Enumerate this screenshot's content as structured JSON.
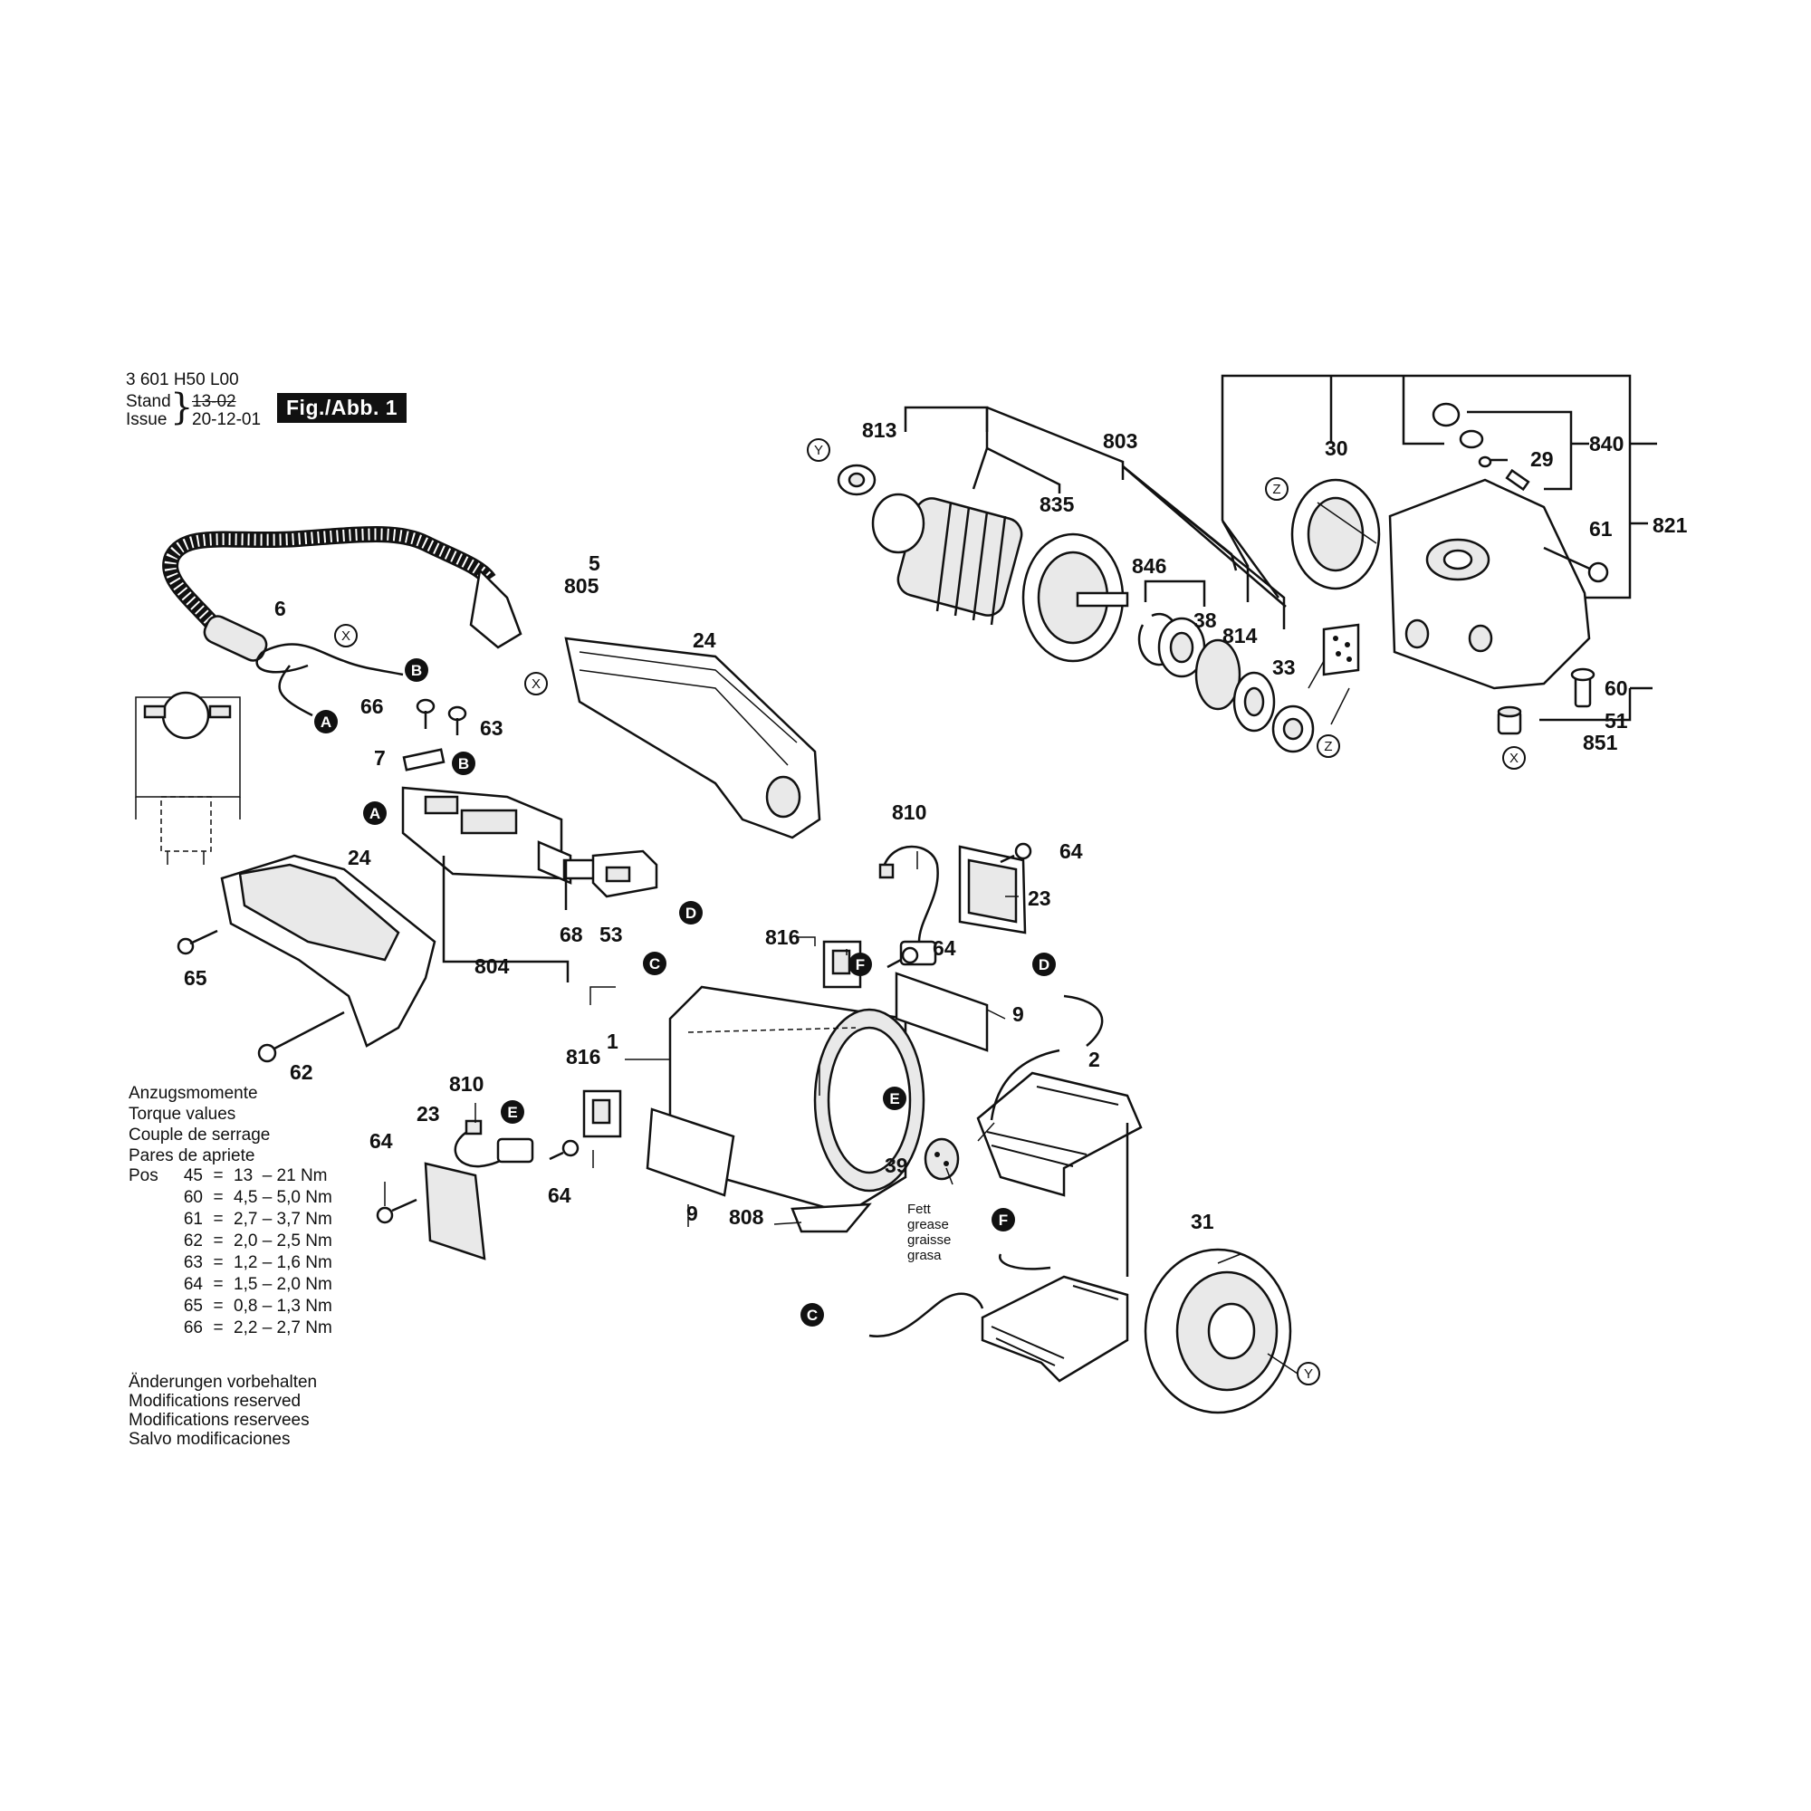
{
  "header": {
    "doc_number": "3 601 H50 L00",
    "stand_label": "Stand",
    "issue_label": "Issue",
    "stand_value": "13-02",
    "issue_value": "20-12-01",
    "figure_label": "Fig./Abb. 1"
  },
  "torque": {
    "titles": [
      "Anzugsmomente",
      "Torque values",
      "Couple de serrage",
      "Pares de apriete"
    ],
    "pos_label": "Pos",
    "rows": [
      {
        "pos": "45",
        "value": "13  – 21 Nm"
      },
      {
        "pos": "60",
        "value": "4,5 – 5,0 Nm"
      },
      {
        "pos": "61",
        "value": "2,7 – 3,7 Nm"
      },
      {
        "pos": "62",
        "value": "2,0 – 2,5 Nm"
      },
      {
        "pos": "63",
        "value": "1,2 – 1,6 Nm"
      },
      {
        "pos": "64",
        "value": "1,5 – 2,0 Nm"
      },
      {
        "pos": "65",
        "value": "0,8 – 1,3 Nm"
      },
      {
        "pos": "66",
        "value": "2,2 – 2,7 Nm"
      }
    ]
  },
  "notes": [
    "Änderungen vorbehalten",
    "Modifications reserved",
    "Modifications reservees",
    "Salvo modificaciones"
  ],
  "grease_labels": [
    "Fett",
    "grease",
    "graisse",
    "grasa"
  ],
  "part_labels": {
    "p813": "813",
    "p803": "803",
    "p30": "30",
    "p840": "840",
    "p29": "29",
    "p835": "835",
    "p821": "821",
    "p61": "61",
    "p846": "846",
    "p38": "38",
    "p814": "814",
    "p33": "33",
    "p60": "60",
    "p51": "51",
    "p851": "851",
    "p5": "5",
    "p805": "805",
    "p6": "6",
    "p24a": "24",
    "p66": "66",
    "p63": "63",
    "p7": "7",
    "p24b": "24",
    "p65": "65",
    "p62": "62",
    "p804": "804",
    "p68": "68",
    "p53": "53",
    "p810a": "810",
    "p64a": "64",
    "p23a": "23",
    "p816a": "816",
    "p64b": "64",
    "p9a": "9",
    "p1": "1",
    "p2": "2",
    "p816b": "816",
    "p810b": "810",
    "p23b": "23",
    "p64c": "64",
    "p64d": "64",
    "p9b": "9",
    "p808": "808",
    "p39": "39",
    "p31": "31"
  },
  "connectors": {
    "A": "A",
    "B": "B",
    "C": "C",
    "D": "D",
    "E": "E",
    "F": "F",
    "X": "X",
    "Y": "Y",
    "Z": "Z"
  }
}
